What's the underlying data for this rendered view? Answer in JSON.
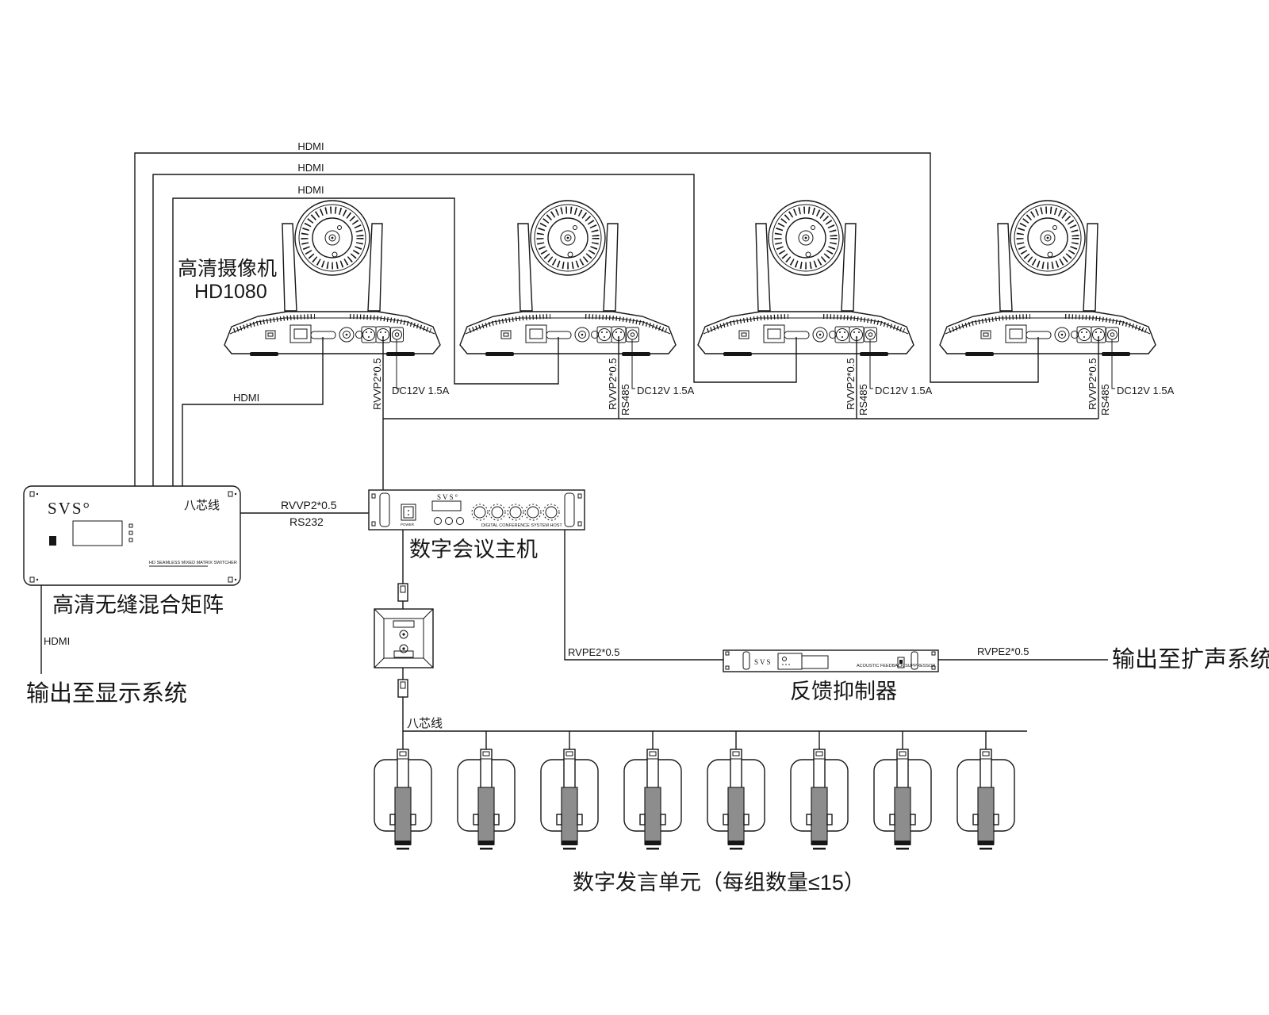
{
  "labels": {
    "hdmi": "HDMI",
    "rvvp": "RVVP2*0.5",
    "rs485": "RS485",
    "rs232": "RS232",
    "dc12v": "DC12V 1.5A",
    "rvpe": "RVPE2*0.5",
    "eight_core_cable": "八芯线"
  },
  "camera": {
    "name_line1": "高清摄像机",
    "name_line2": "HD1080"
  },
  "matrix": {
    "brand": "SVS°",
    "cable_label": "八芯线",
    "fine_print": "HD SEAMLESS MIXED MATRIX SWITCHER",
    "label": "高清无缝混合矩阵"
  },
  "host": {
    "brand": "SVS°",
    "power_label": "POWER",
    "fine_print": "DIGITAL CONFERENCE SYSTEM HOST",
    "label": "数字会议主机"
  },
  "suppressor": {
    "brand": "SVS",
    "fine_print": "ACOUSTIC FEEDBACK SUPPRESSOR",
    "label": "反馈抑制器"
  },
  "mics": {
    "label": "数字发言单元（每组数量≤15）"
  },
  "outputs": {
    "display": "输出至显示系统",
    "speaker": "输出至扩声系统"
  }
}
